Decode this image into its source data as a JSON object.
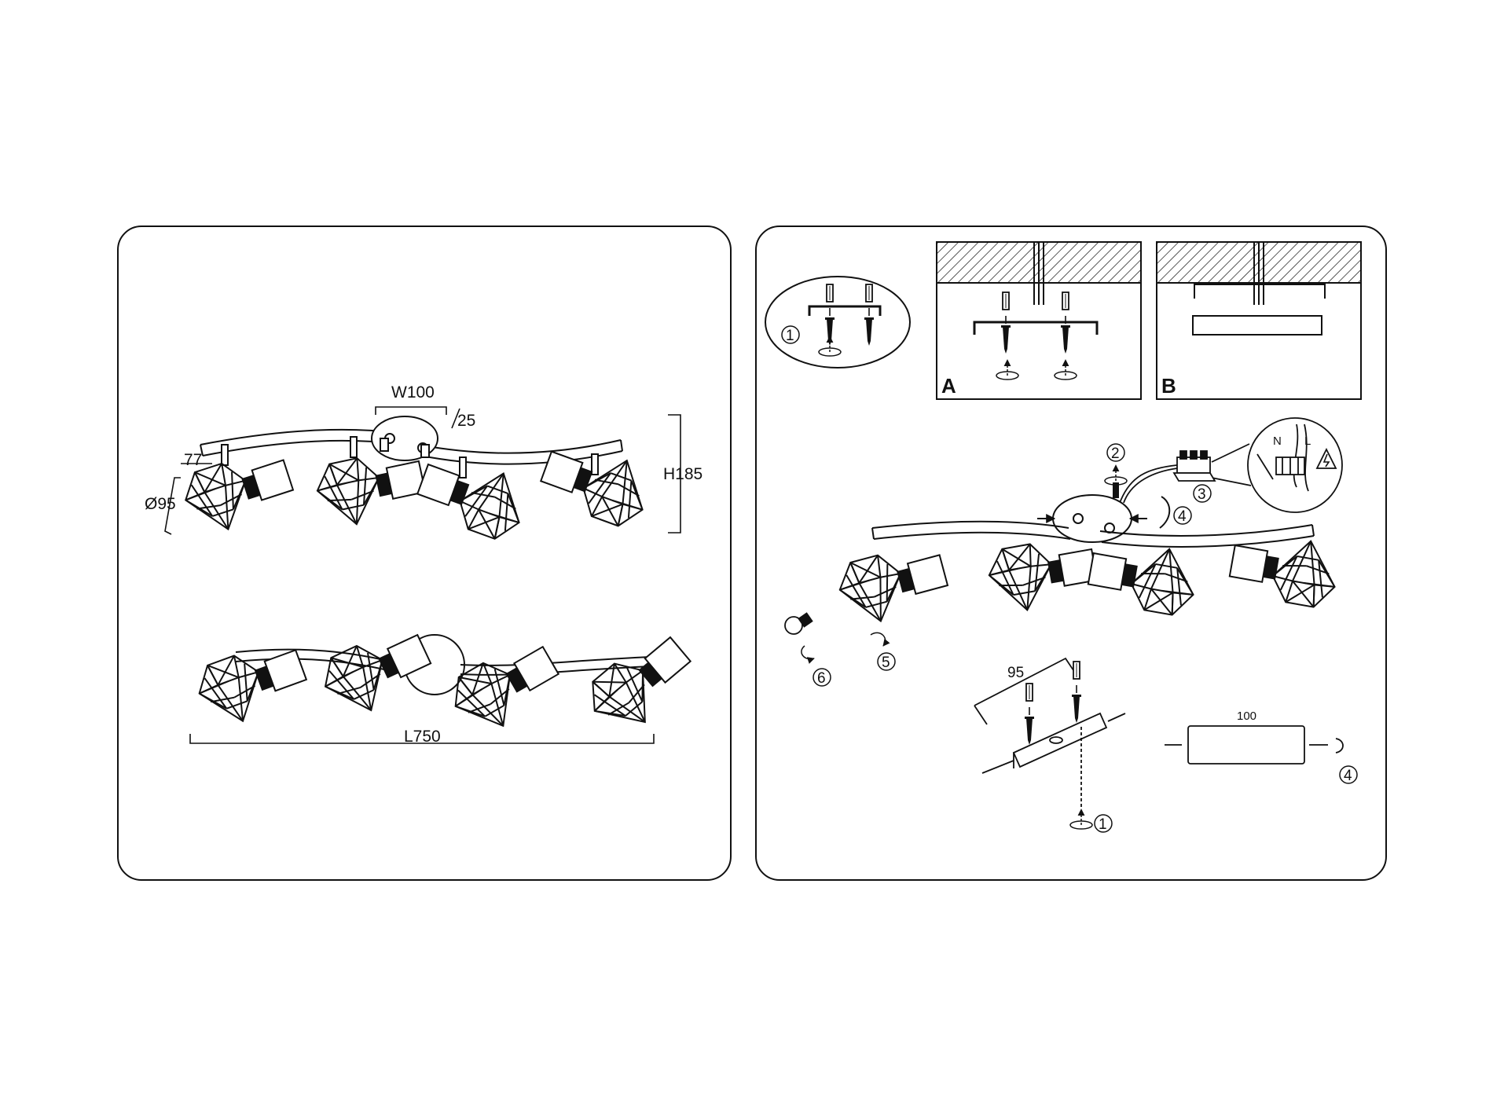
{
  "dimensions": {
    "width": "W100",
    "base_height": "25",
    "arm_length": "77",
    "shade_diameter": "Ø95",
    "height": "H185",
    "length": "L750"
  },
  "panels": {
    "a": "A",
    "b": "B"
  },
  "steps": {
    "s1": "1",
    "s2": "2",
    "s3": "3",
    "s4": "4",
    "s5": "5",
    "s6": "6"
  },
  "bracket": {
    "width": "95",
    "plate_length": "100"
  },
  "wiring": {
    "neutral": "N",
    "live": "L"
  },
  "colors": {
    "line": "#111111",
    "background": "#ffffff"
  }
}
